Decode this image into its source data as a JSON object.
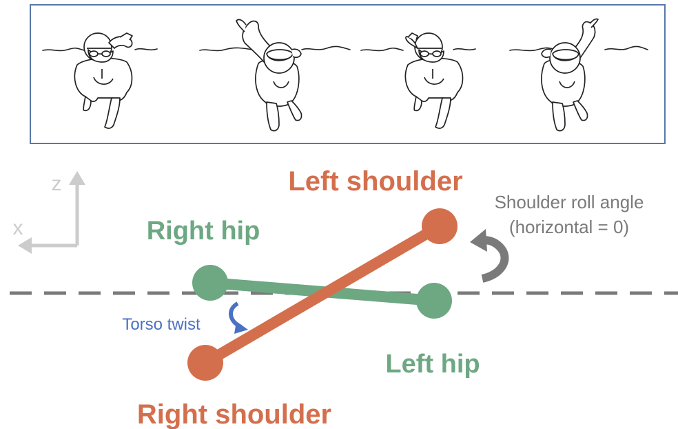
{
  "swimmer_panel": {
    "frame_count": 4,
    "frames": [
      {
        "pose": "left-arm-recovery-breathing"
      },
      {
        "pose": "right-arm-reach-rolled"
      },
      {
        "pose": "left-arm-recovery-breathing"
      },
      {
        "pose": "right-arm-reach-rolled"
      }
    ]
  },
  "axes": {
    "z_label": "z",
    "x_label": "x"
  },
  "labels": {
    "left_shoulder": "Left shoulder",
    "right_shoulder": "Right shoulder",
    "right_hip": "Right hip",
    "left_hip": "Left hip",
    "roll_angle_line1": "Shoulder roll angle",
    "roll_angle_line2": "(horizontal = 0)",
    "torso_twist": "Torso twist"
  },
  "colors": {
    "shoulder": "#d46f4d",
    "hip": "#6da883",
    "neutral": "#7a7a7a",
    "axis": "#cccccc",
    "twist": "#4a72c4",
    "frame_border": "#5878a8",
    "ink": "#222222"
  },
  "icons": {
    "roll_arrow": "curved-arrow-counterclockwise",
    "twist_arrow": "curved-arrow-small"
  }
}
